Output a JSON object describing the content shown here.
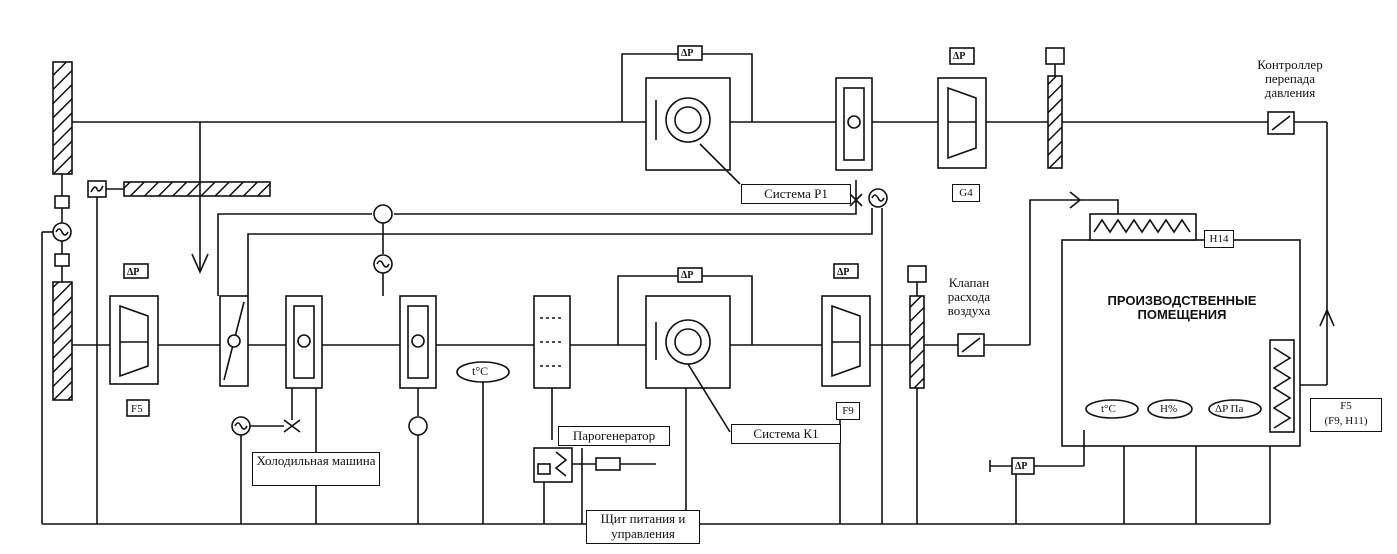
{
  "labels": {
    "system_p1": "Система Р1",
    "system_k1": "Система К1",
    "g4": "G4",
    "f5_left": "F5",
    "f9": "F9",
    "h14": "H14",
    "f5_right": "F5",
    "f5_right_sub": "(F9, H11)",
    "pressure_controller": "Контроллер перепада давления",
    "air_valve": "Клапан расхода воздуха",
    "production_rooms": "ПРОИЗВОДСТВЕННЫЕ ПОМЕЩЕНИЯ",
    "chiller": "Холодильная машина",
    "steam_generator": "Парогенератор",
    "power_panel": "Щит питания и управления",
    "temp_sensor": "t°C",
    "room_temp": "t°C",
    "room_humidity": "H%",
    "room_pressure": "ΔP Па",
    "dp": "ΔP"
  }
}
